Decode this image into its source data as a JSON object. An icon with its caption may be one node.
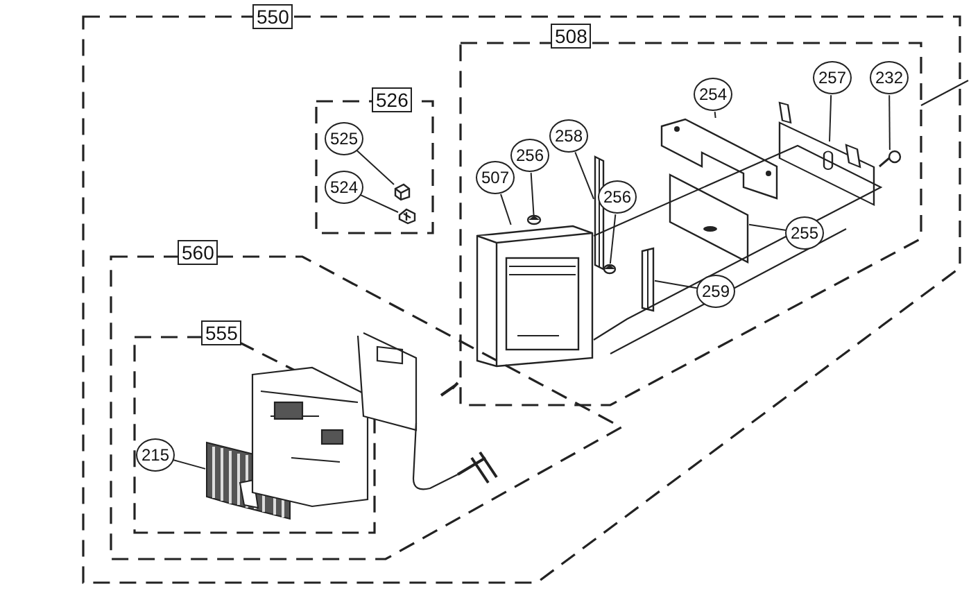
{
  "diagram": {
    "nodes": [
      {
        "text": [
          "550"
        ]
      },
      {
        "text": [
          "526"
        ],
        "in": 0
      },
      {
        "text": [
          "525"
        ],
        "in": 1
      },
      {
        "text": [],
        "shape": "picture",
        "in": 1
      },
      {
        "text": [
          "524"
        ],
        "in": 1
      },
      {
        "text": [],
        "shape": "picture",
        "in": 1
      },
      {
        "text": [
          "508"
        ],
        "in": 0
      },
      {
        "text": [
          "254"
        ],
        "in": 6
      },
      {
        "text": [
          "257"
        ],
        "in": 6
      },
      {
        "text": [
          "232"
        ],
        "in": 6
      },
      {
        "text": [
          "258"
        ],
        "in": 6
      },
      {
        "text": [
          "256"
        ],
        "in": 6
      },
      {
        "text": [
          "507"
        ],
        "in": 6
      },
      {
        "text": [
          "256"
        ],
        "in": 6
      },
      {
        "text": [
          "255"
        ],
        "in": 6
      },
      {
        "text": [
          "259"
        ],
        "in": 6
      },
      {
        "text": [],
        "shape": "picture",
        "in": 6
      },
      {
        "text": [],
        "shape": "picture",
        "in": 6
      },
      {
        "text": [],
        "shape": "picture",
        "in": 6
      },
      {
        "text": [],
        "shape": "picture",
        "in": 6
      },
      {
        "text": [],
        "shape": "picture",
        "in": 6
      },
      {
        "text": [],
        "shape": "picture",
        "in": 6
      },
      {
        "text": [],
        "shape": "picture",
        "in": 6
      },
      {
        "text": [],
        "shape": "picture",
        "in": 6
      },
      {
        "text": [],
        "shape": "picture",
        "in": 6
      },
      {
        "text": [
          "560"
        ],
        "in": 0
      },
      {
        "text": [
          "555"
        ],
        "in": 25
      },
      {
        "text": [
          "215"
        ],
        "in": 26
      },
      {
        "text": [],
        "shape": "picture",
        "in": 26
      }
    ],
    "edges": [
      {
        "from": 2,
        "to": 3,
        "arrow": "none"
      },
      {
        "from": 4,
        "to": 5,
        "arrow": "none"
      },
      {
        "from": 7,
        "to": 16,
        "arrow": "none"
      },
      {
        "from": 8,
        "to": 17,
        "arrow": "none"
      },
      {
        "from": 9,
        "to": 18,
        "arrow": "none"
      },
      {
        "from": 10,
        "to": 19,
        "arrow": "none"
      },
      {
        "from": 11,
        "to": 20,
        "arrow": "none"
      },
      {
        "from": 12,
        "to": 21,
        "arrow": "none"
      },
      {
        "from": 13,
        "to": 22,
        "arrow": "none"
      },
      {
        "from": 14,
        "to": 23,
        "arrow": "none"
      },
      {
        "from": 15,
        "to": 24,
        "arrow": "none"
      },
      {
        "from": 27,
        "to": 28,
        "arrow": "none"
      }
    ]
  }
}
